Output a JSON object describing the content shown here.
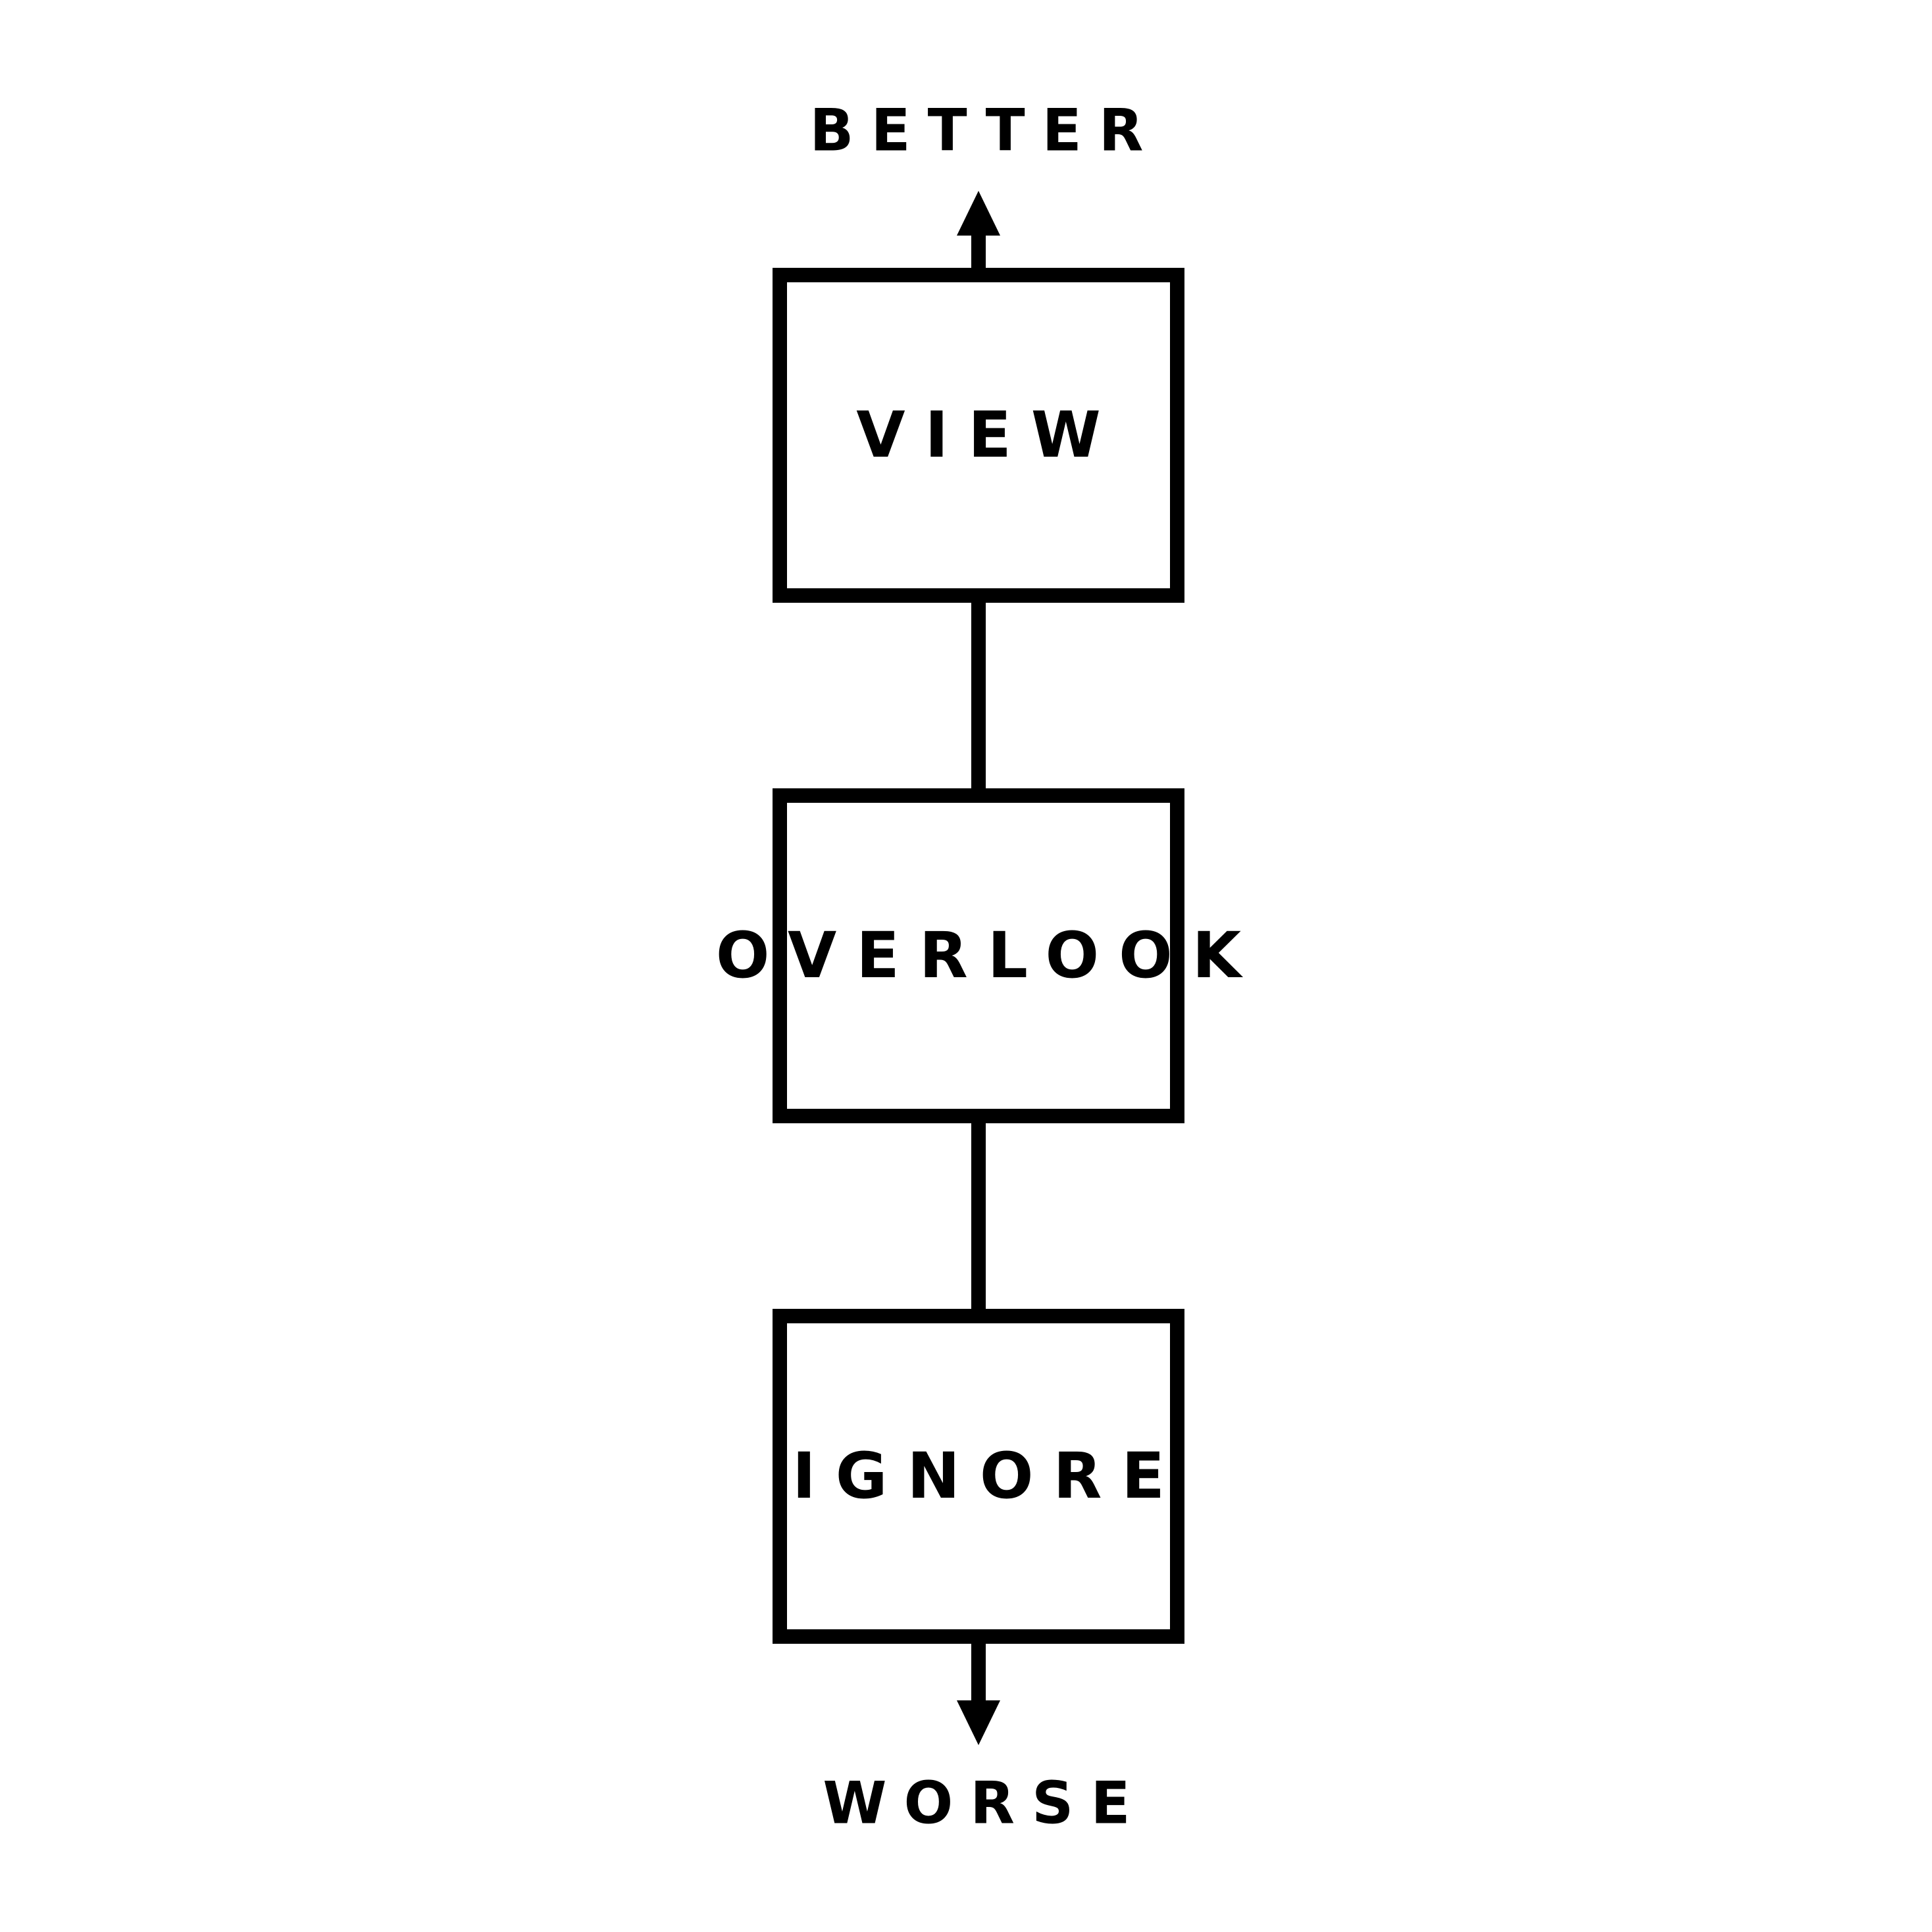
{
  "diagram": {
    "top_label": "BETTER",
    "bottom_label": "WORSE",
    "boxes": [
      {
        "label": "VIEW"
      },
      {
        "label": "OVERLOOK"
      },
      {
        "label": "IGNORE"
      }
    ],
    "colors": {
      "stroke": "#000000",
      "background": "#ffffff"
    }
  }
}
